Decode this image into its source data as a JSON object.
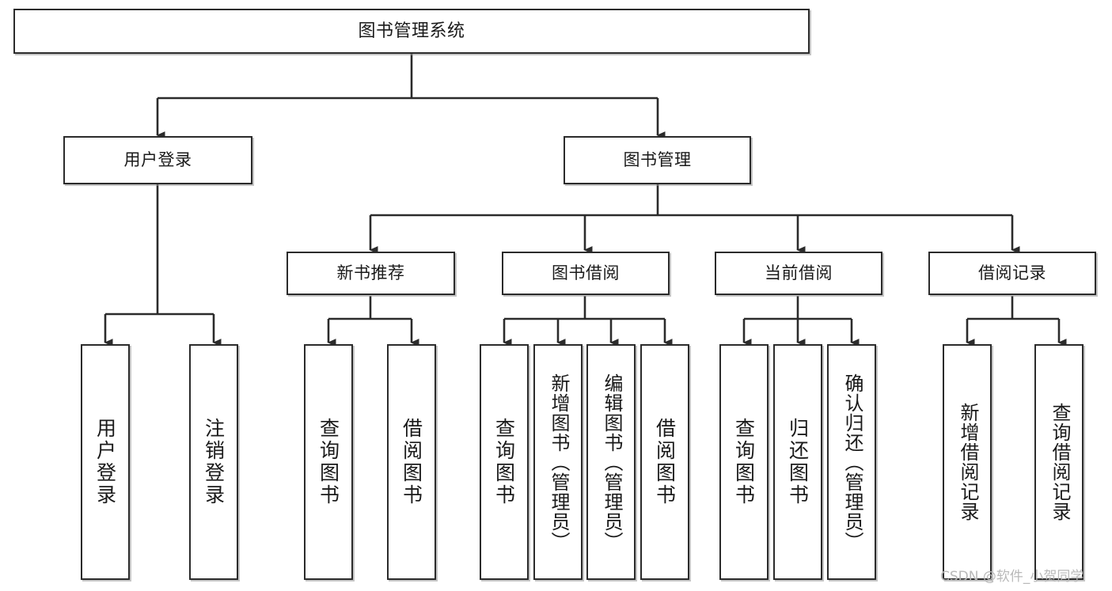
{
  "diagram": {
    "title": "图书管理系统",
    "type": "tree",
    "orientation": "top-down",
    "colors": {
      "line": "#2b2b2b",
      "box_border": "#2b2b2b",
      "box_fill": "#ffffff",
      "text": "#1a1a1a",
      "watermark": "#b9b9b9"
    },
    "levels": [
      {
        "level": 1,
        "nodes": [
          {
            "id": "root",
            "label": "图书管理系统",
            "orientation": "horizontal"
          }
        ]
      },
      {
        "level": 2,
        "nodes": [
          {
            "id": "user-login",
            "label": "用户登录",
            "orientation": "horizontal",
            "parent": "root"
          },
          {
            "id": "book-manage",
            "label": "图书管理",
            "orientation": "horizontal",
            "parent": "root"
          }
        ]
      },
      {
        "level": 3,
        "nodes": [
          {
            "id": "new-book-rec",
            "label": "新书推荐",
            "orientation": "horizontal",
            "parent": "book-manage"
          },
          {
            "id": "book-borrow",
            "label": "图书借阅",
            "orientation": "horizontal",
            "parent": "book-manage"
          },
          {
            "id": "current-borrow",
            "label": "当前借阅",
            "orientation": "horizontal",
            "parent": "book-manage"
          },
          {
            "id": "borrow-record",
            "label": "借阅记录",
            "orientation": "horizontal",
            "parent": "book-manage"
          }
        ]
      },
      {
        "level": 4,
        "nodes": [
          {
            "id": "leaf-user-login",
            "label": "用户登录",
            "orientation": "vertical",
            "parent": "user-login"
          },
          {
            "id": "leaf-logout",
            "label": "注销登录",
            "orientation": "vertical",
            "parent": "user-login"
          },
          {
            "id": "leaf-query-book-1",
            "label": "查询图书",
            "orientation": "vertical",
            "parent": "new-book-rec"
          },
          {
            "id": "leaf-borrow-book-1",
            "label": "借阅图书",
            "orientation": "vertical",
            "parent": "new-book-rec"
          },
          {
            "id": "leaf-query-book-2",
            "label": "查询图书",
            "orientation": "vertical",
            "parent": "book-borrow"
          },
          {
            "id": "leaf-add-book",
            "label": "新增图书（管理员）",
            "orientation": "vertical",
            "parent": "book-borrow"
          },
          {
            "id": "leaf-edit-book",
            "label": "编辑图书（管理员）",
            "orientation": "vertical",
            "parent": "book-borrow"
          },
          {
            "id": "leaf-borrow-book-2",
            "label": "借阅图书",
            "orientation": "vertical",
            "parent": "book-borrow"
          },
          {
            "id": "leaf-query-book-3",
            "label": "查询图书",
            "orientation": "vertical",
            "parent": "current-borrow"
          },
          {
            "id": "leaf-return-book",
            "label": "归还图书",
            "orientation": "vertical",
            "parent": "current-borrow"
          },
          {
            "id": "leaf-confirm-return",
            "label": "确认归还（管理员）",
            "orientation": "vertical",
            "parent": "current-borrow"
          },
          {
            "id": "leaf-add-record",
            "label": "新增借阅记录",
            "orientation": "vertical",
            "parent": "borrow-record"
          },
          {
            "id": "leaf-query-record",
            "label": "查询借阅记录",
            "orientation": "vertical",
            "parent": "borrow-record"
          }
        ]
      }
    ]
  },
  "watermark": {
    "text": "CSDN @软件_小贺同学"
  }
}
